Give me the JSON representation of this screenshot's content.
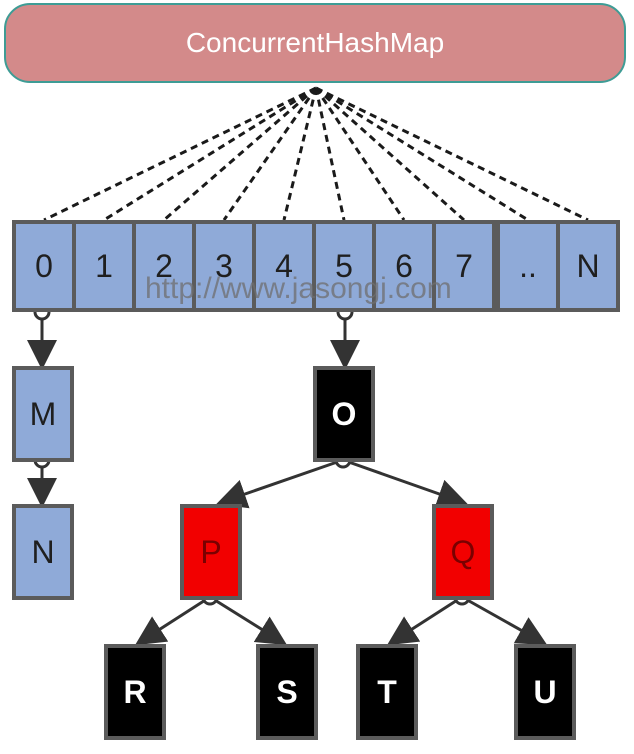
{
  "header": {
    "title": "ConcurrentHashMap"
  },
  "buckets": [
    "0",
    "1",
    "2",
    "3",
    "4",
    "5",
    "6",
    "7",
    "..",
    "N"
  ],
  "chain": [
    "M",
    "N"
  ],
  "tree": {
    "root": "O",
    "level1": [
      "P",
      "Q"
    ],
    "level2": [
      "R",
      "S",
      "T",
      "U"
    ]
  },
  "watermark": "http://www.jasongj.com",
  "colors": {
    "header_bg": "#d38a8a",
    "header_border": "#3e9c95",
    "bucket_bg": "#8faad8",
    "black_node": "#000000",
    "red_node": "#f20000",
    "border": "#5b5b5b"
  }
}
